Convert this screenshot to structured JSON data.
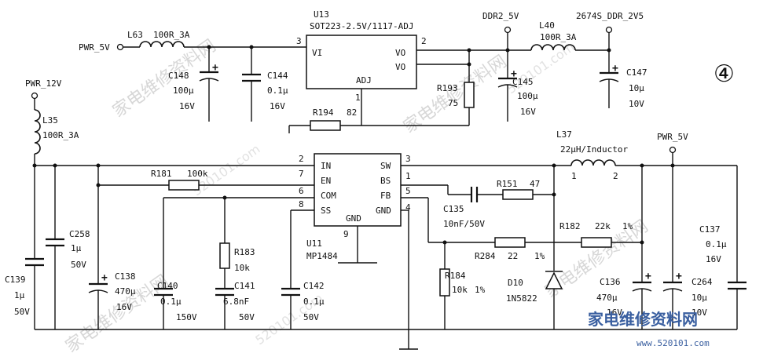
{
  "nets": {
    "pwr5v_in": "PWR_5V",
    "pwr12v": "PWR_12V",
    "ddr2_5v": "DDR2_5V",
    "ddr_2v5": "2674S_DDR_2V5",
    "pwr5v_out": "PWR_5V"
  },
  "u13": {
    "ref": "U13",
    "part": "SOT223-2.5V/1117-ADJ",
    "pin_vi": "VI",
    "pin_vo1": "VO",
    "pin_vo2": "VO",
    "pin_adj": "ADJ",
    "num_vi": "3",
    "num_vo": "2",
    "num_adj": "1"
  },
  "u11": {
    "ref": "U11",
    "part": "MP1484",
    "pins_left": [
      "IN",
      "EN",
      "COM",
      "SS"
    ],
    "pins_right": [
      "SW",
      "BS",
      "FB",
      "GND"
    ],
    "pin_gnd": "GND",
    "nums_left": [
      "2",
      "7",
      "6",
      "8"
    ],
    "nums_right": [
      "3",
      "1",
      "5",
      "4"
    ],
    "num_gnd": "9"
  },
  "components": {
    "l63": {
      "ref": "L63",
      "val": "100R_3A"
    },
    "l35": {
      "ref": "L35",
      "val": "100R_3A"
    },
    "l40": {
      "ref": "L40",
      "val": "100R_3A"
    },
    "l37": {
      "ref": "L37",
      "val": "22µH/Inductor",
      "pin1": "1",
      "pin2": "2"
    },
    "c148": {
      "ref": "C148",
      "val": "100µ",
      "volt": "16V"
    },
    "c144": {
      "ref": "C144",
      "val": "0.1µ",
      "volt": "16V"
    },
    "c145": {
      "ref": "C145",
      "val": "100µ",
      "volt": "16V"
    },
    "c147": {
      "ref": "C147",
      "val": "10µ",
      "volt": "10V"
    },
    "r193": {
      "ref": "R193",
      "val": "75"
    },
    "r194": {
      "ref": "R194",
      "val": "82"
    },
    "r181": {
      "ref": "R181",
      "val": "100k"
    },
    "r183": {
      "ref": "R183",
      "val": "10k"
    },
    "r184": {
      "ref": "R184",
      "val": "10k",
      "tol": "1%"
    },
    "r151": {
      "ref": "R151",
      "val": "47"
    },
    "r182": {
      "ref": "R182",
      "val": "22k",
      "tol": "1%"
    },
    "r284": {
      "ref": "R284",
      "val": "22",
      "tol": "1%"
    },
    "c258": {
      "ref": "C258",
      "val": "1µ",
      "volt": "50V"
    },
    "c139": {
      "ref": "C139",
      "val": "1µ",
      "volt": "50V"
    },
    "c138": {
      "ref": "C138",
      "val": "470µ",
      "volt": "16V"
    },
    "c140": {
      "ref": "C140",
      "val": "0.1µ",
      "volt": "150V"
    },
    "c141": {
      "ref": "C141",
      "val": "6.8nF",
      "volt": "50V"
    },
    "c142": {
      "ref": "C142",
      "val": "0.1µ",
      "volt": "50V"
    },
    "c135": {
      "ref": "C135",
      "val": "10nF/50V"
    },
    "d10": {
      "ref": "D10",
      "val": "1N5822"
    },
    "c136": {
      "ref": "C136",
      "val": "470µ",
      "volt": "16V"
    },
    "c264": {
      "ref": "C264",
      "val": "10µ",
      "volt": "10V"
    },
    "c137": {
      "ref": "C137",
      "val": "0.1µ",
      "volt": "16V"
    }
  },
  "page_marker": "④",
  "watermark": {
    "cn": "家电维修资料网",
    "site": "520101.com",
    "logo": "家电维修资料网",
    "logo_site": "www.520101.com"
  }
}
